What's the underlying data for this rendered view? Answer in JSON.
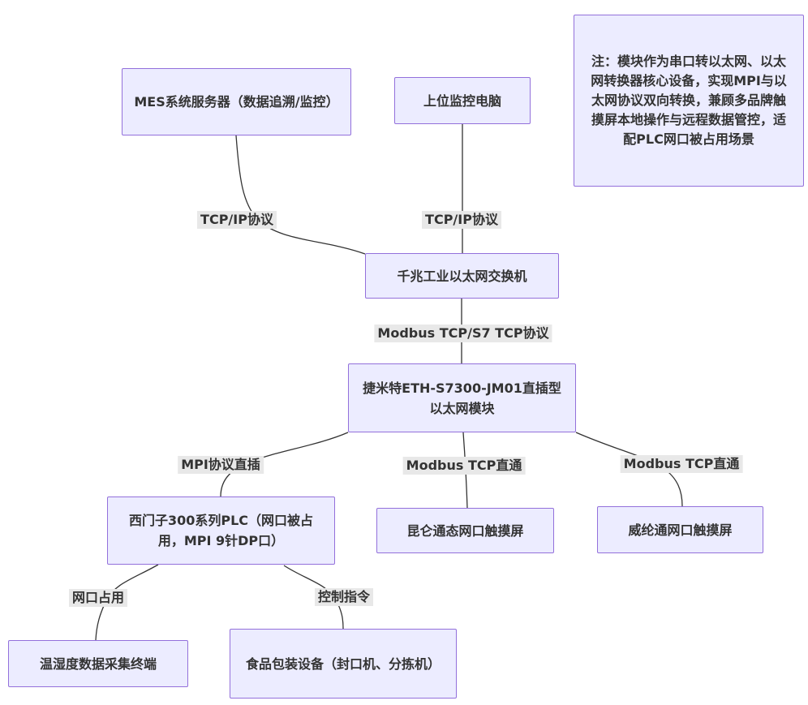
{
  "colors": {
    "background": "#ffffff",
    "node_fill": "#ECECFF",
    "node_border": "#9370DB",
    "edge_line": "#333333",
    "edge_label_bg": "#e8e8e8",
    "text": "#333333"
  },
  "note": {
    "text": "注：模块作为串口转以太网、以太网转换器核心设备，实现MPI与以太网协议双向转换，兼顾多品牌触摸屏本地操作与远程数据管控，适配PLC网口被占用场景"
  },
  "nodes": {
    "mes": {
      "label": "MES系统服务器（数据追溯/监控）"
    },
    "host_pc": {
      "label": "上位监控电脑"
    },
    "switch": {
      "label": "千兆工业以太网交换机"
    },
    "module": {
      "label": "捷米特ETH-S7300-JM01直插型以太网模块"
    },
    "plc": {
      "label": "西门子300系列PLC（网口被占用，MPI 9针DP口）"
    },
    "mcgs_hmi": {
      "label": "昆仑通态网口触摸屏"
    },
    "weinview_hmi": {
      "label": "威纶通网口触摸屏"
    },
    "sensor_terminal": {
      "label": "温湿度数据采集终端"
    },
    "packaging_equipment": {
      "label": "食品包装设备（封口机、分拣机）"
    }
  },
  "edge_labels": {
    "mes_to_switch": "TCP/IP协议",
    "pc_to_switch": "TCP/IP协议",
    "switch_to_module": "Modbus TCP/S7 TCP协议",
    "module_to_plc": "MPI协议直插",
    "module_to_mcgs": "Modbus TCP直通",
    "module_to_weinview": "Modbus TCP直通",
    "plc_to_sensor": "网口占用",
    "plc_to_packaging": "控制指令"
  }
}
